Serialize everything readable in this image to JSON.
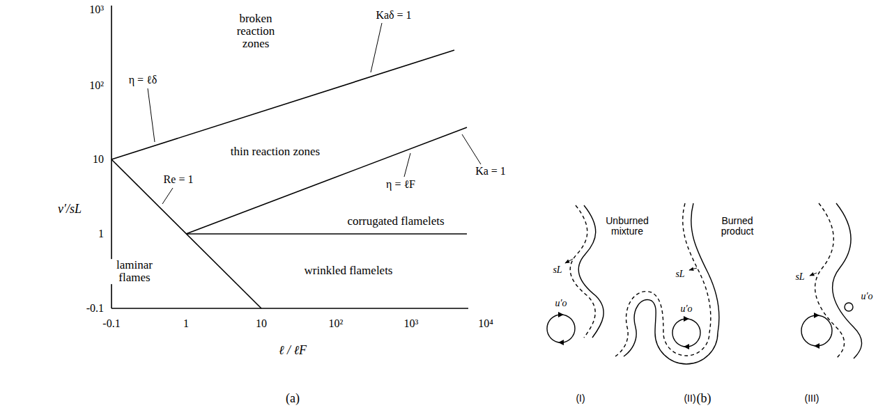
{
  "diagram": {
    "labels": [
      "10³",
      "10²",
      "10",
      "1",
      "-0.1",
      "-0.1",
      "1",
      "10",
      "10²",
      "10³",
      "10⁴",
      "v′/sL",
      "ℓ / ℓF",
      "broken reaction zones",
      "Kaδ = 1",
      "η = ℓδ",
      "thin reaction zones",
      "Re = 1",
      "η = ℓF",
      "Ka = 1",
      "corrugated flamelets",
      "laminar flames",
      "wrinkled flamelets",
      "(a)",
      "(b)",
      "sL",
      "u′o",
      "Unburned mixture",
      "sL",
      "Burned product",
      "u′o",
      "sL",
      "u′o",
      "(I)",
      "(II)",
      "(III)"
    ]
  }
}
